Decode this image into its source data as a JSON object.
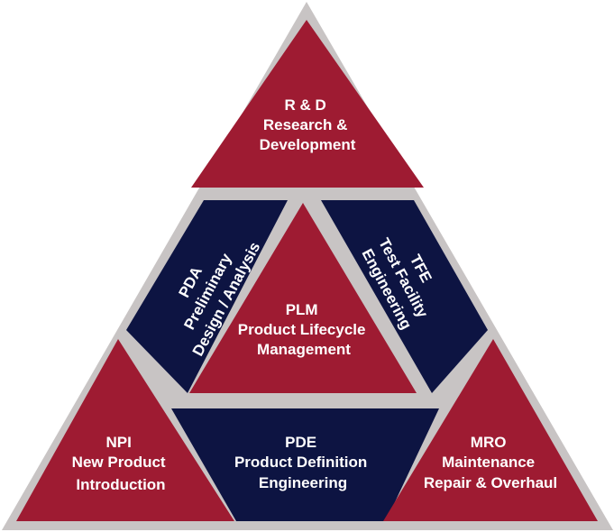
{
  "colors": {
    "red": "#9e1b32",
    "navy": "#0d1442",
    "border": "#c8c4c4",
    "text": "#ffffff"
  },
  "segments": {
    "rd": {
      "lines": [
        "R & D",
        "Research &",
        "Development"
      ]
    },
    "pda": {
      "lines": [
        "PDA",
        "Preliminary",
        "Design / Analysis"
      ]
    },
    "tfe": {
      "lines": [
        "TFE",
        "Test Facility",
        "Engineering"
      ]
    },
    "plm": {
      "lines": [
        "PLM",
        "Product Lifecycle",
        "Management"
      ]
    },
    "npi": {
      "lines": [
        "NPI",
        "New Product",
        "Introduction"
      ]
    },
    "pde": {
      "lines": [
        "PDE",
        "Product Definition",
        "Engineering"
      ]
    },
    "mro": {
      "lines": [
        "MRO",
        "Maintenance",
        "Repair & Overhaul"
      ]
    }
  }
}
